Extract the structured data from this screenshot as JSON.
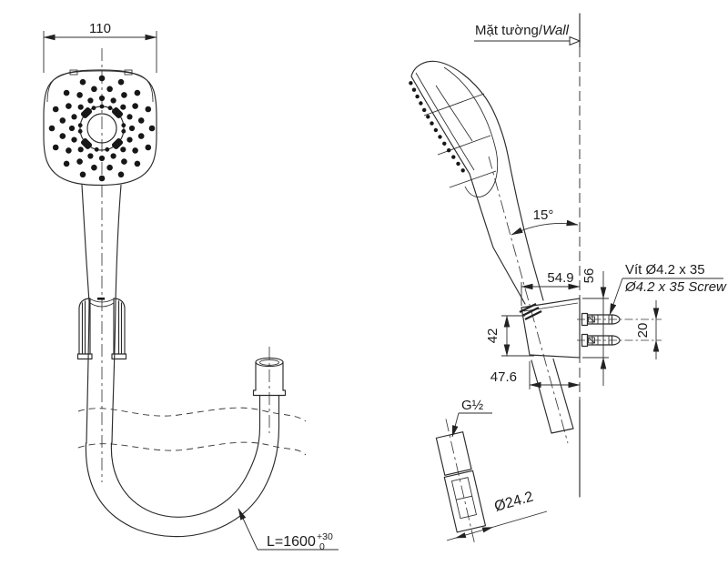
{
  "front_view": {
    "dim_head_width": "110",
    "hose_length_label": "L=1600",
    "hose_tol_upper": "+30",
    "hose_tol_lower": "0"
  },
  "side_view": {
    "wall_label_vi": "Mặt tường/",
    "wall_label_en": "Wall",
    "angle_label": "15°",
    "dim_bracket_top_to_wall": "54.9",
    "dim_bracket_height_at_wall": "56",
    "screw_label_vi": "Vít Ø4.2 x 35",
    "screw_label_en": "Ø4.2 x 35 Screw",
    "dim_bracket_front_height": "42",
    "dim_screw_spacing": "20",
    "dim_bracket_bottom_to_wall": "47.6",
    "thread_label": "G½",
    "dim_connector_diameter": "Ø24.2"
  },
  "colors": {
    "line": "#2b2b2b",
    "text": "#1c1c1c",
    "background": "#ffffff"
  }
}
